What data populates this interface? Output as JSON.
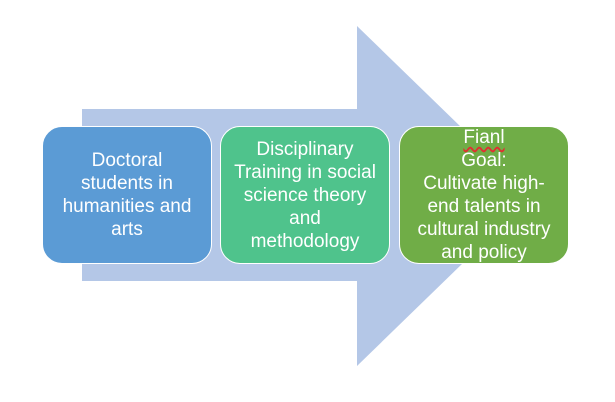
{
  "diagram": {
    "arrow_color": "#b4c7e7",
    "steps": [
      {
        "text": "Doctoral\nstudents in\nhumanities and\narts",
        "color": "#5b9bd5"
      },
      {
        "text": "Disciplinary\nTraining in social\nscience theory\nand\nmethodology",
        "color": "#4fc38c"
      },
      {
        "first_word": "Fianl",
        "text_rest": " Goal:\nCultivate high-\nend talents in\ncultural industry\nand policy",
        "color": "#70ad47"
      }
    ]
  }
}
